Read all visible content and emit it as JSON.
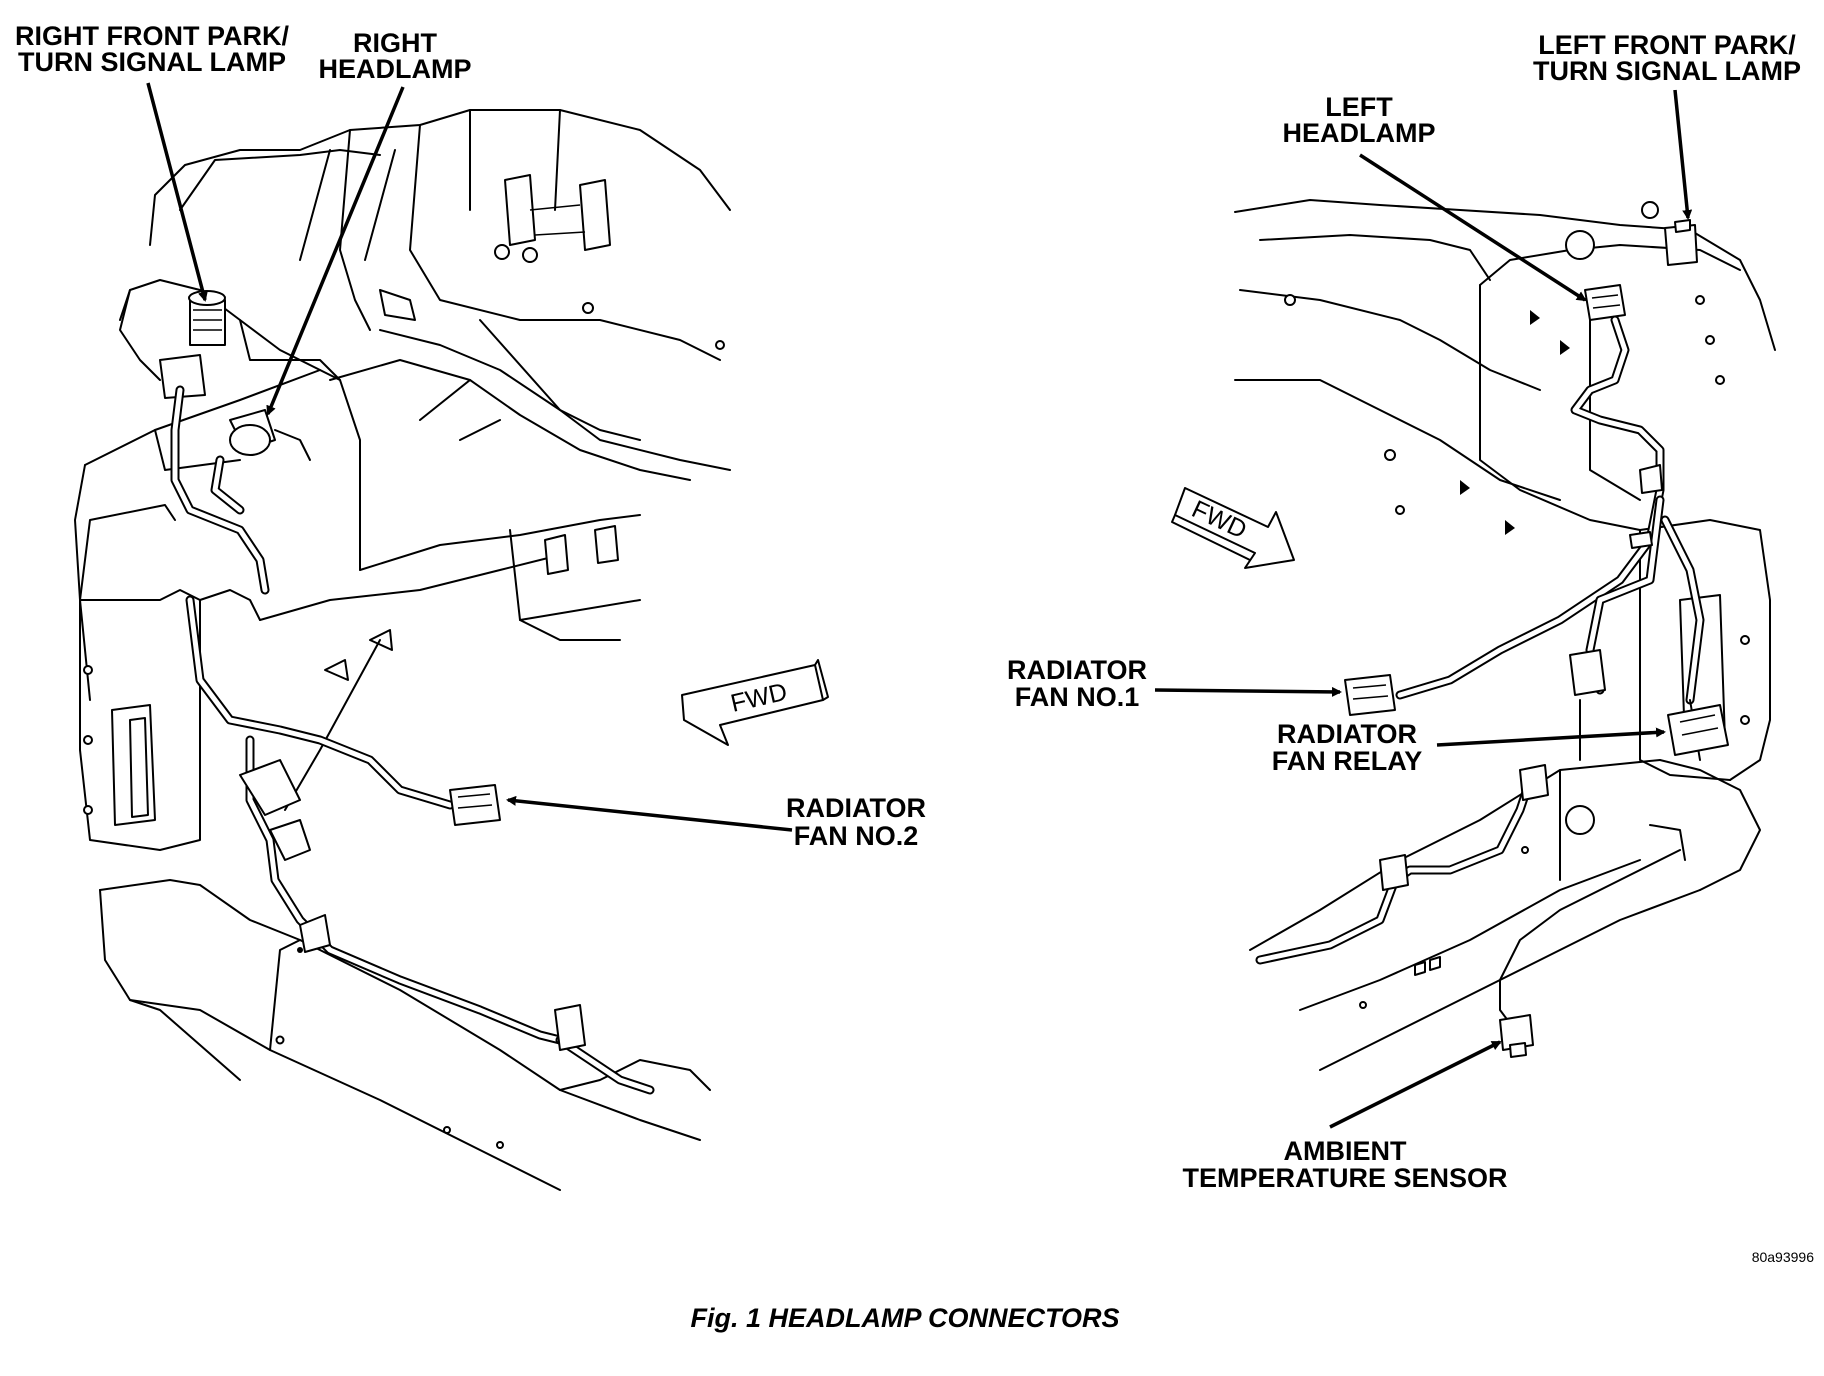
{
  "labels": {
    "right_front_park": [
      "RIGHT FRONT PARK/",
      "TURN SIGNAL LAMP"
    ],
    "right_headlamp": [
      "RIGHT",
      "HEADLAMP"
    ],
    "radiator_fan_2": [
      "RADIATOR",
      "FAN NO.2"
    ],
    "left_front_park": [
      "LEFT FRONT PARK/",
      "TURN SIGNAL LAMP"
    ],
    "left_headlamp": [
      "LEFT",
      "HEADLAMP"
    ],
    "radiator_fan_1": [
      "RADIATOR",
      "FAN NO.1"
    ],
    "radiator_fan_relay": [
      "RADIATOR",
      "FAN RELAY"
    ],
    "ambient_sensor": [
      "AMBIENT",
      "TEMPERATURE SENSOR"
    ],
    "fwd_left": "FWD",
    "fwd_right": "FWD"
  },
  "figure_code": "80a93996",
  "caption": "Fig. 1 HEADLAMP CONNECTORS"
}
